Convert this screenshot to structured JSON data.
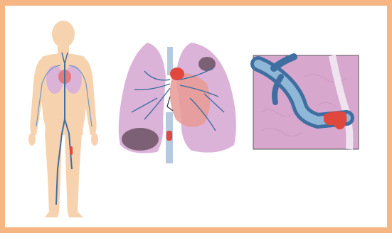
{
  "colors": {
    "frame": "#f6b683",
    "body": "#f6d2ae",
    "lung": "#dcb3d8",
    "lung_dark": "#b989b8",
    "vein": "#3f6fa0",
    "vessel_light": "#8fb7d8",
    "clot": "#e0483e",
    "heart": "#e89a95",
    "inset_bg": "#d7a7cd"
  },
  "panels": [
    {
      "name": "human-body-figure",
      "icon": "human-silhouette"
    },
    {
      "name": "lungs-figure",
      "icon": "lungs-with-heart"
    },
    {
      "name": "vessel-closeup-figure",
      "icon": "blood-clot-in-vessel"
    }
  ]
}
